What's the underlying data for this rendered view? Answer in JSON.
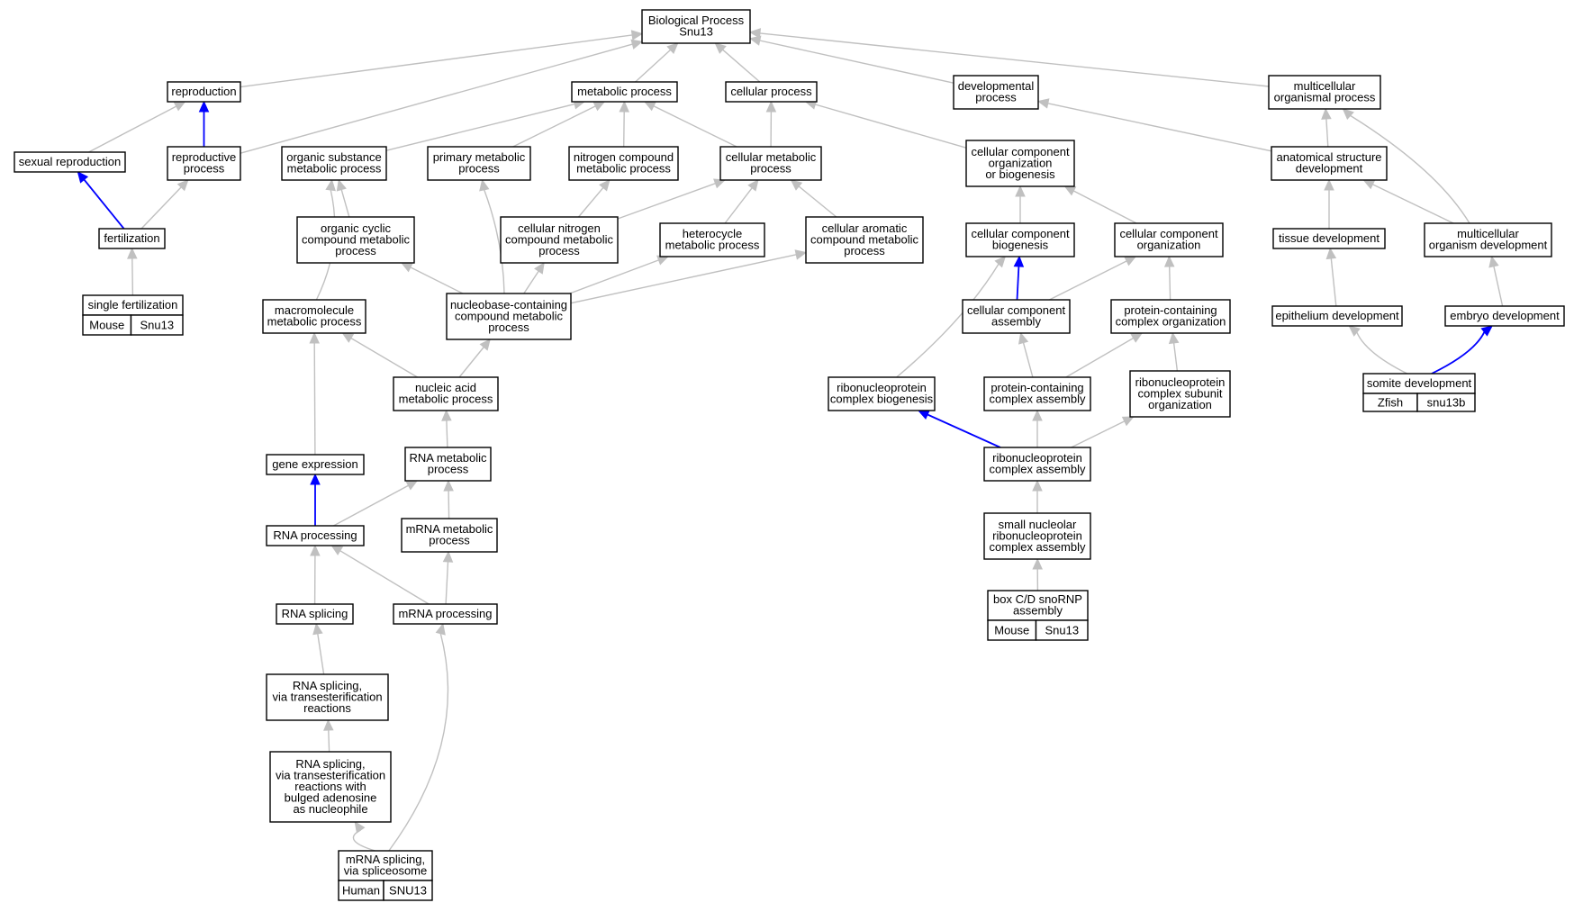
{
  "colors": {
    "edge_default": "#c0c0c0",
    "edge_highlight": "#0000ff",
    "species_mouse": "#add8e6",
    "species_zfish": "#6495ed",
    "species_human": "#fa6146"
  },
  "nodes": {
    "bp_root": [
      "Biological Process",
      "Snu13"
    ],
    "reproduction": [
      "reproduction"
    ],
    "metabolic_process": [
      "metabolic process"
    ],
    "cellular_process": [
      "cellular process"
    ],
    "developmental_process": [
      "developmental",
      "process"
    ],
    "multicellular_organismal_process": [
      "multicellular",
      "organismal process"
    ],
    "sexual_reproduction": [
      "sexual reproduction"
    ],
    "reproductive_process": [
      "reproductive",
      "process"
    ],
    "organic_substance_metabolic_process": [
      "organic substance",
      "metabolic process"
    ],
    "primary_metabolic_process": [
      "primary metabolic",
      "process"
    ],
    "nitrogen_compound_metabolic_process": [
      "nitrogen compound",
      "metabolic process"
    ],
    "cellular_metabolic_process": [
      "cellular metabolic",
      "process"
    ],
    "cc_org_or_biogenesis": [
      "cellular component",
      "organization",
      "or biogenesis"
    ],
    "anatomical_structure_development": [
      "anatomical structure",
      "development"
    ],
    "fertilization": [
      "fertilization"
    ],
    "organic_cyclic_compound_metabolic_process": [
      "organic cyclic",
      "compound metabolic",
      "process"
    ],
    "cellular_nitrogen_compound_metabolic_process": [
      "cellular nitrogen",
      "compound metabolic",
      "process"
    ],
    "heterocycle_metabolic_process": [
      "heterocycle",
      "metabolic process"
    ],
    "cellular_aromatic_compound_metabolic_process": [
      "cellular aromatic",
      "compound metabolic",
      "process"
    ],
    "cc_biogenesis": [
      "cellular component",
      "biogenesis"
    ],
    "cc_organization": [
      "cellular component",
      "organization"
    ],
    "tissue_development": [
      "tissue development"
    ],
    "multicellular_organism_development": [
      "multicellular",
      "organism development"
    ],
    "single_fertilization": [
      "single fertilization"
    ],
    "macromolecule_metabolic_process": [
      "macromolecule",
      "metabolic process"
    ],
    "nucleobase_containing_compound_metabolic_process": [
      "nucleobase-containing",
      "compound metabolic",
      "process"
    ],
    "cc_assembly": [
      "cellular component",
      "assembly"
    ],
    "protein_containing_complex_organization": [
      "protein-containing",
      "complex organization"
    ],
    "epithelium_development": [
      "epithelium development"
    ],
    "embryo_development": [
      "embryo development"
    ],
    "nucleic_acid_metabolic_process": [
      "nucleic acid",
      "metabolic process"
    ],
    "rnp_complex_biogenesis": [
      "ribonucleoprotein",
      "complex biogenesis"
    ],
    "protein_containing_complex_assembly": [
      "protein-containing",
      "complex assembly"
    ],
    "rnp_complex_subunit_organization": [
      "ribonucleoprotein",
      "complex subunit",
      "organization"
    ],
    "somite_development": [
      "somite development"
    ],
    "gene_expression": [
      "gene expression"
    ],
    "rna_metabolic_process": [
      "RNA metabolic",
      "process"
    ],
    "rnp_complex_assembly": [
      "ribonucleoprotein",
      "complex assembly"
    ],
    "rna_processing": [
      "RNA processing"
    ],
    "mrna_metabolic_process": [
      "mRNA metabolic",
      "process"
    ],
    "snorna_rnp_complex_assembly": [
      "small nucleolar",
      "ribonucleoprotein",
      "complex assembly"
    ],
    "rna_splicing": [
      "RNA splicing"
    ],
    "mrna_processing": [
      "mRNA processing"
    ],
    "box_cd_snornp_assembly": [
      "box C/D snoRNP",
      "assembly"
    ],
    "rna_splicing_transesterification": [
      "RNA splicing,",
      "via transesterification",
      "reactions"
    ],
    "rna_splicing_bulged_adenosine": [
      "RNA splicing,",
      "via transesterification",
      "reactions with",
      "bulged adenosine",
      "as nucleophile"
    ],
    "mrna_splicing_spliceosome": [
      "mRNA splicing,",
      "via spliceosome"
    ]
  },
  "species_labels": {
    "single_fertilization": [
      "Mouse",
      "Snu13"
    ],
    "somite_development": [
      "Zfish",
      "snu13b"
    ],
    "box_cd_snornp_assembly": [
      "Mouse",
      "Snu13"
    ],
    "mrna_splicing_spliceosome": [
      "Human",
      "SNU13"
    ]
  }
}
